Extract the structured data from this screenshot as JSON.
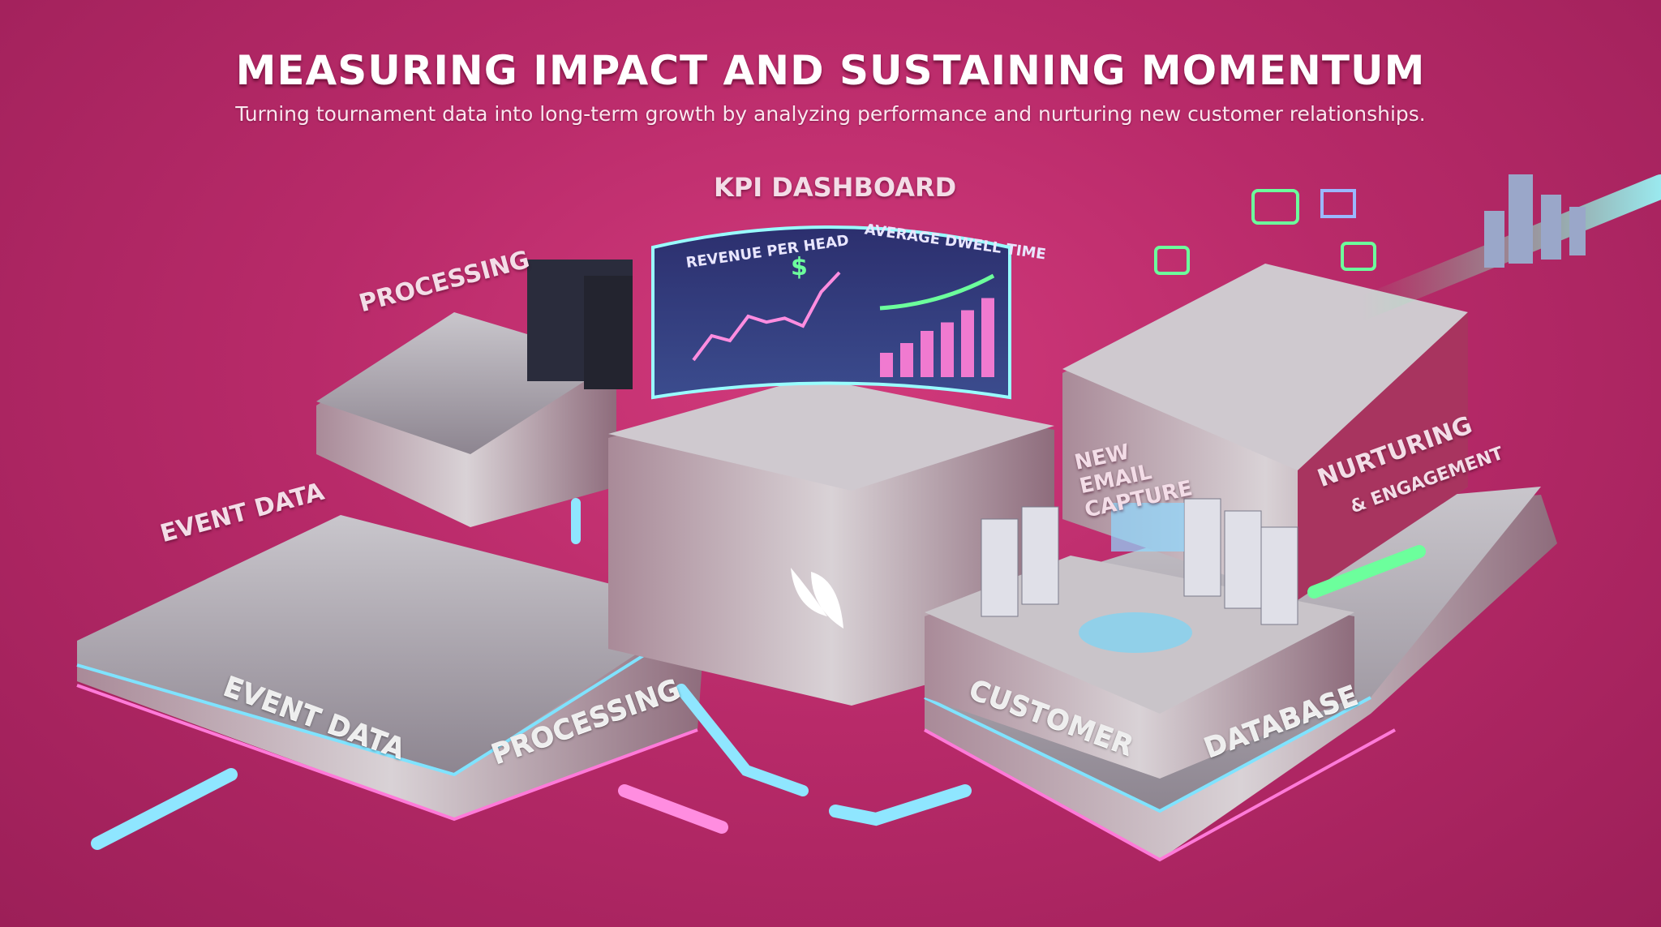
{
  "header": {
    "title": "MEASURING IMPACT AND SUSTAINING MOMENTUM",
    "subtitle": "Turning tournament data into long-term growth by analyzing performance and nurturing new customer relationships."
  },
  "stages": {
    "event_data_top": "EVENT DATA",
    "processing_top": "PROCESSING",
    "kpi_dashboard": "KPI DASHBOARD",
    "new_email_capture": "NEW EMAIL CAPTURE",
    "nurturing": "NURTURING",
    "engagement": "& ENGAGEMENT",
    "event_data_side": "EVENT DATA",
    "processing_side": "PROCESSING",
    "customer_side": "CUSTOMER",
    "database_side": "DATABASE"
  },
  "dashboard": {
    "revenue_title": "REVENUE PER HEAD",
    "dwell_title": "AVERAGE DWELL TIME",
    "revenue_symbol": "$",
    "revenue_trend": [
      5,
      30,
      25,
      50,
      44,
      48,
      40,
      75,
      95
    ],
    "dwell_trend": [
      20,
      28,
      38,
      45,
      55,
      65
    ]
  },
  "colors": {
    "background": "#b82a69",
    "glow_blue": "#7fe3ff",
    "glow_pink": "#ff7ad9",
    "arrow_green": "#6cff9c"
  }
}
